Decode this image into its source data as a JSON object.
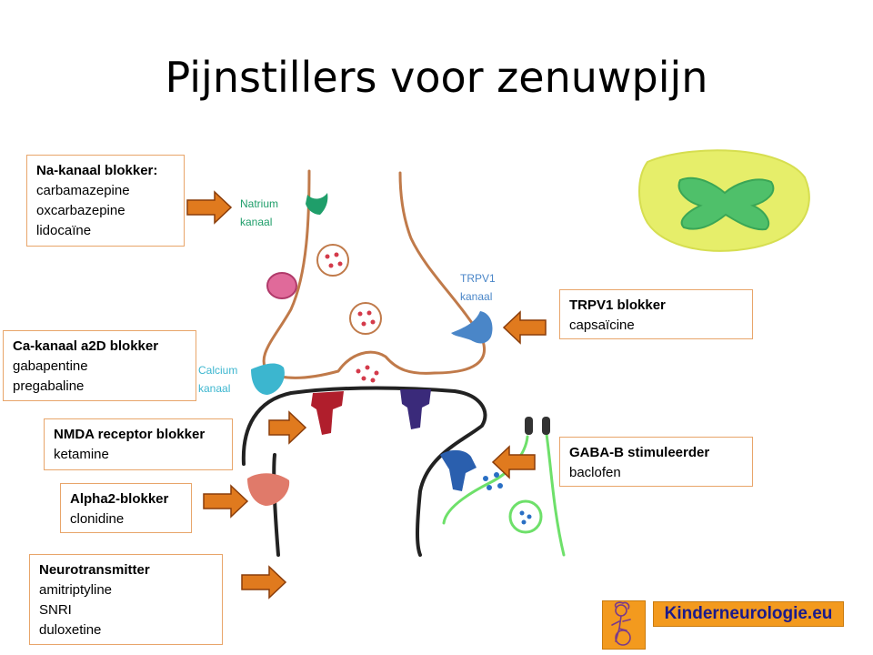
{
  "title": "Pijnstillers voor zenuwpijn",
  "boxes": {
    "na": {
      "heading": "Na-kanaal blokker:",
      "lines": [
        "carbamazepine",
        "oxcarbazepine",
        "lidocaïne"
      ]
    },
    "ca": {
      "heading": "Ca-kanaal a2D blokker",
      "lines": [
        "gabapentine",
        "pregabaline"
      ]
    },
    "nmda": {
      "heading": "NMDA receptor blokker",
      "lines": [
        "ketamine"
      ]
    },
    "alpha2": {
      "heading": "Alpha2-blokker",
      "lines": [
        "clonidine"
      ]
    },
    "neuro": {
      "heading": "Neurotransmitter",
      "lines": [
        "amitriptyline",
        "SNRI",
        "duloxetine"
      ]
    },
    "trpv1": {
      "heading": "TRPV1 blokker",
      "lines": [
        "capsaïcine"
      ]
    },
    "gaba": {
      "heading": "GABA-B stimuleerder",
      "lines": [
        "baclofen"
      ]
    }
  },
  "labels": {
    "natrium": [
      "Natrium",
      "kanaal"
    ],
    "calcium": [
      "Calcium",
      "kanaal"
    ],
    "trpv1": [
      "TRPV1",
      "kanaal"
    ]
  },
  "site": "Kinderneurologie.eu",
  "colors": {
    "arrow": "#e07a1e",
    "arrow_stroke": "#8a3d0a",
    "box_border": "#e8a56a",
    "na_channel": "#1f9e6a",
    "ca_channel": "#3cb6cf",
    "trpv1_channel": "#4a86c8",
    "nmda": "#b01e2c",
    "receptor_dark": "#3a2a7a",
    "alpha2": "#e07a6a",
    "gaba_receptor": "#2a5fae",
    "neuron_top": "#c07a4a",
    "neuron_post": "#222222",
    "neuron_green": "#6ee06a",
    "spinal_outer": "#e6ee6a",
    "spinal_inner": "#4fc06a"
  }
}
